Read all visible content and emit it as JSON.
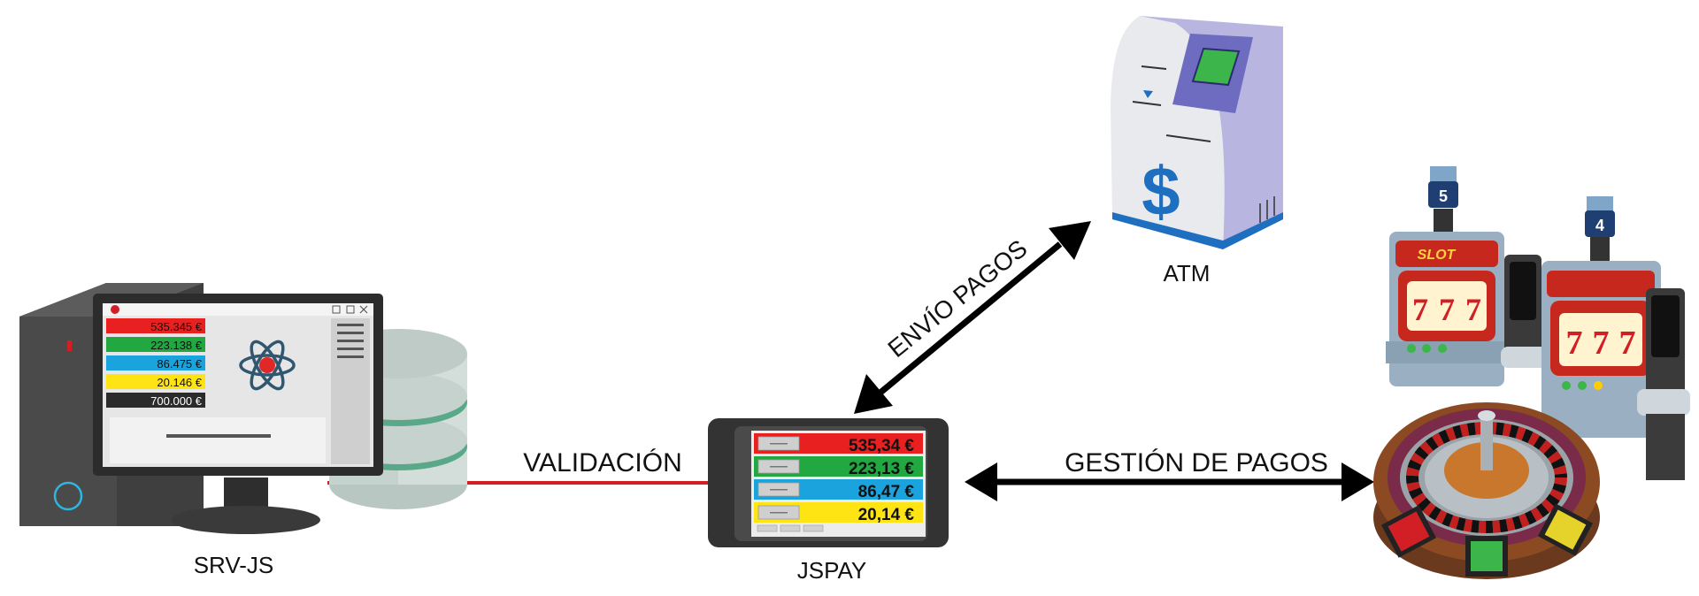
{
  "nodes": {
    "server": {
      "label": "SRV-JS",
      "screen_values": [
        "535.345 €",
        "223.138 €",
        "86.475 €",
        "20.146 €",
        "700.000 €"
      ],
      "screen_colors": [
        "#e8201f",
        "#21a840",
        "#1aa3dd",
        "#ffe414",
        "#2b2b2b"
      ]
    },
    "jspay": {
      "label": "JSPAY",
      "rows": [
        "535,34 €",
        "223,13 €",
        "86,47 €",
        "20,14 €"
      ],
      "row_colors": [
        "#e8201f",
        "#21a840",
        "#1aa3dd",
        "#ffe414"
      ]
    },
    "atm": {
      "label": "ATM",
      "symbol": "$"
    },
    "casino": {
      "slot_numbers": [
        "5",
        "4"
      ],
      "slot_sign": "SLOT",
      "reel_symbol": "7"
    }
  },
  "edges": {
    "validation": {
      "label": "VALIDACIÓN",
      "color": "#d21f26"
    },
    "payments_send": {
      "label": "ENVÍO PAGOS"
    },
    "payments_management": {
      "label": "GESTIÓN DE PAGOS"
    }
  },
  "colors": {
    "accent": "#d21f26",
    "screen_gray": "#d9d9d9",
    "device_dark": "#3c3c3c"
  }
}
